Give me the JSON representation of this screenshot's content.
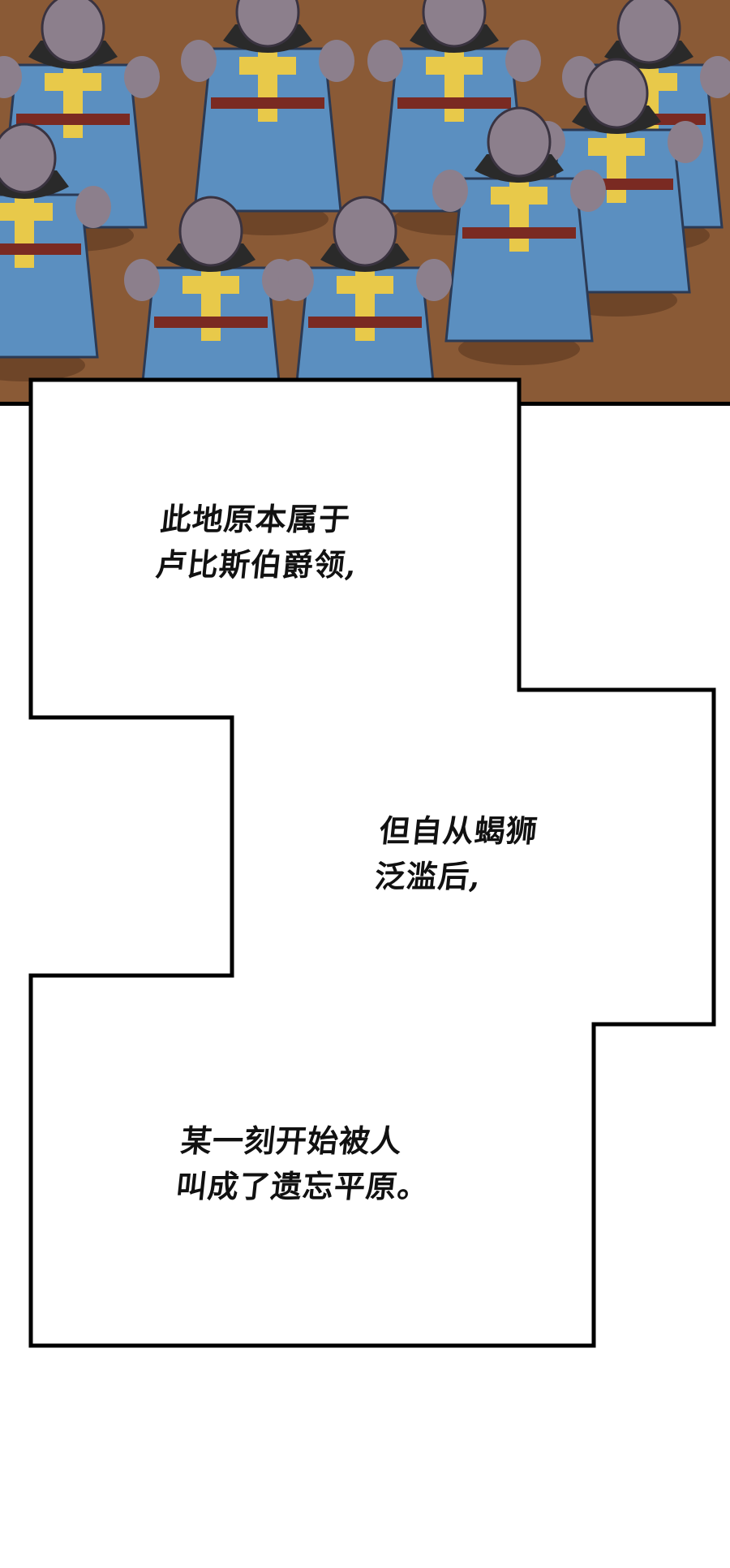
{
  "panel_art": {
    "description_icon": "soldiers-crowd-illustration"
  },
  "captions": [
    {
      "lines": [
        "此地原本属于",
        "卢比斯伯爵领,"
      ]
    },
    {
      "lines": [
        "但自从蝎狮",
        "泛滥后,"
      ]
    },
    {
      "lines": [
        "某一刻开始被人",
        "叫成了遗忘平原。"
      ]
    }
  ],
  "colors": {
    "ground": "#8a5a36",
    "tunic": "#5b8fc0",
    "cross": "#e8c94a",
    "armor": "#8c7f8c"
  }
}
